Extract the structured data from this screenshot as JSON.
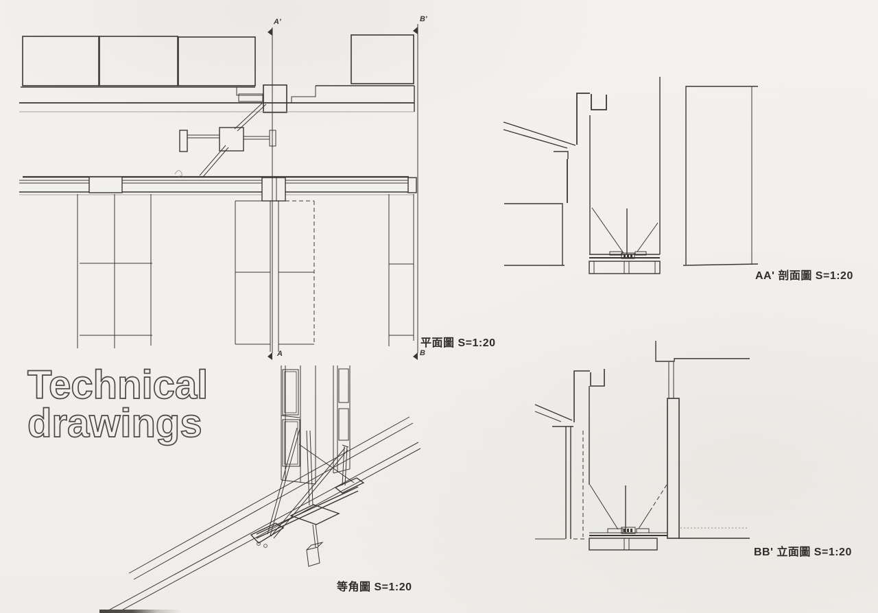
{
  "page": {
    "type": "scanned-technical-drawing-sheet",
    "paper_color": "#f2f0ed",
    "line_color": "#3a3733"
  },
  "title": {
    "line1": "Technical",
    "line2": "drawings"
  },
  "labels": {
    "plan": "平面圖 S=1:20",
    "section_aa": "AA' 剖面圖 S=1:20",
    "elevation_bb": "BB' 立面圖 S=1:20",
    "isometric": "等角圖 S=1:20"
  },
  "section_markers": {
    "top_a": "A'",
    "top_b": "B'",
    "bottom_a": "A",
    "bottom_b": "B"
  }
}
